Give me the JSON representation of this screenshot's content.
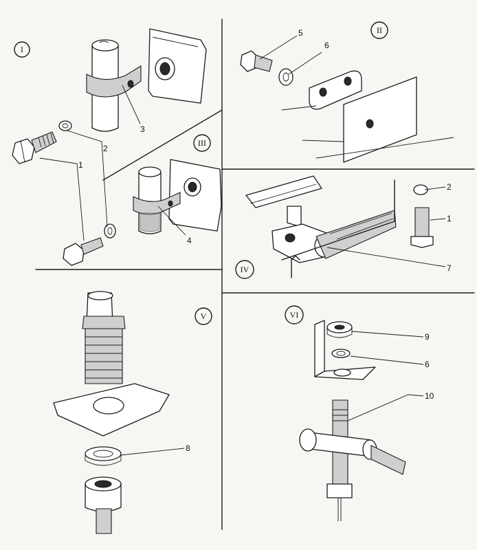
{
  "panels": [
    {
      "id": "I",
      "label": "I"
    },
    {
      "id": "II",
      "label": "II"
    },
    {
      "id": "III",
      "label": "III"
    },
    {
      "id": "IV",
      "label": "IV"
    },
    {
      "id": "V",
      "label": "V"
    },
    {
      "id": "VI",
      "label": "VI"
    }
  ],
  "callouts": [
    {
      "id": "c1a",
      "text": "1"
    },
    {
      "id": "c2a",
      "text": "2"
    },
    {
      "id": "c3",
      "text": "3"
    },
    {
      "id": "c4",
      "text": "4"
    },
    {
      "id": "c5",
      "text": "5"
    },
    {
      "id": "c6a",
      "text": "6"
    },
    {
      "id": "c2b",
      "text": "2"
    },
    {
      "id": "c1b",
      "text": "1"
    },
    {
      "id": "c7",
      "text": "7"
    },
    {
      "id": "c8",
      "text": "8"
    },
    {
      "id": "c9",
      "text": "9"
    },
    {
      "id": "c6b",
      "text": "6"
    },
    {
      "id": "c10",
      "text": "10"
    }
  ]
}
